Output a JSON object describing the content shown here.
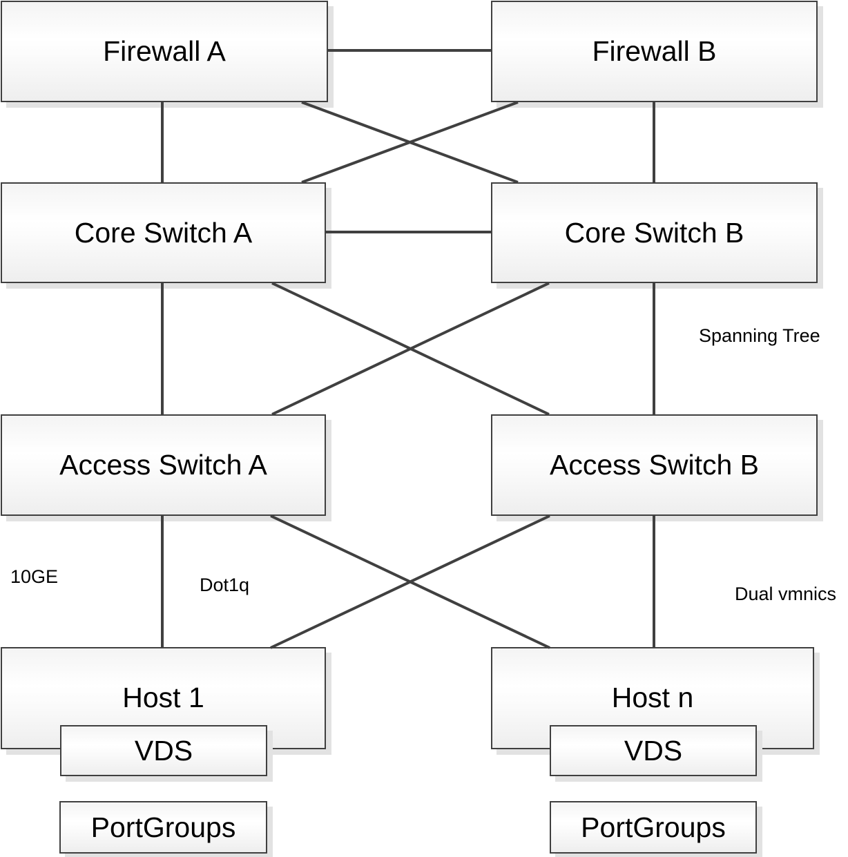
{
  "diagram": {
    "type": "network-topology",
    "colors": {
      "connector": "#404040",
      "node_border": "#3f3f3f",
      "node_fill_top": "#f4f4f4",
      "node_fill_bottom": "#eeeeee",
      "shadow": "#e2e2e2",
      "background": "#ffffff",
      "text": "#000000"
    },
    "nodes": {
      "firewall_a": {
        "label": "Firewall A"
      },
      "firewall_b": {
        "label": "Firewall B"
      },
      "core_switch_a": {
        "label": "Core Switch A"
      },
      "core_switch_b": {
        "label": "Core Switch B"
      },
      "access_switch_a": {
        "label": "Access Switch A"
      },
      "access_switch_b": {
        "label": "Access Switch B"
      },
      "host_1": {
        "label": "Host 1"
      },
      "host_n": {
        "label": "Host n"
      },
      "vds_left": {
        "label": "VDS"
      },
      "vds_right": {
        "label": "VDS"
      },
      "portgroups_left": {
        "label": "PortGroups"
      },
      "portgroups_right": {
        "label": "PortGroups"
      }
    },
    "edges": [
      {
        "from": "firewall_a",
        "to": "firewall_b"
      },
      {
        "from": "firewall_a",
        "to": "core_switch_a"
      },
      {
        "from": "firewall_b",
        "to": "core_switch_b"
      },
      {
        "from": "firewall_a",
        "to": "core_switch_b"
      },
      {
        "from": "firewall_b",
        "to": "core_switch_a"
      },
      {
        "from": "core_switch_a",
        "to": "core_switch_b"
      },
      {
        "from": "core_switch_a",
        "to": "access_switch_a"
      },
      {
        "from": "core_switch_b",
        "to": "access_switch_b"
      },
      {
        "from": "core_switch_a",
        "to": "access_switch_b"
      },
      {
        "from": "core_switch_b",
        "to": "access_switch_a"
      },
      {
        "from": "access_switch_a",
        "to": "host_1"
      },
      {
        "from": "access_switch_b",
        "to": "host_n"
      },
      {
        "from": "access_switch_a",
        "to": "host_n"
      },
      {
        "from": "access_switch_b",
        "to": "host_1"
      }
    ],
    "annotations": {
      "spanning_tree": "Spanning Tree",
      "ten_ge": "10GE",
      "dot1q": "Dot1q",
      "dual_vmnics": "Dual vmnics"
    }
  }
}
